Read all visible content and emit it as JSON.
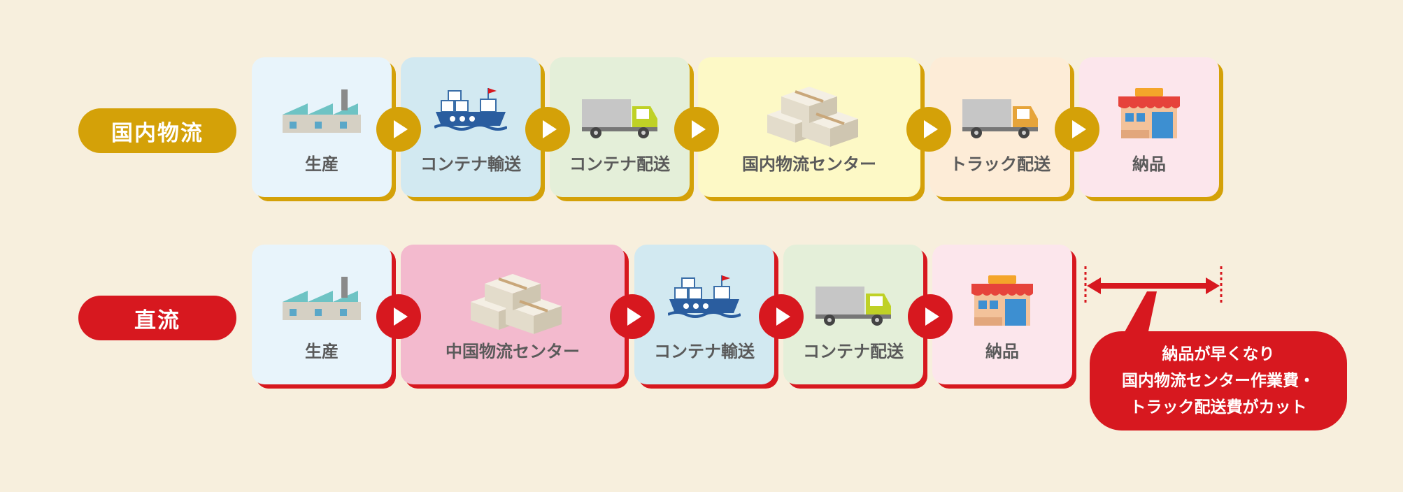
{
  "domestic": {
    "label": "国内物流",
    "color": "#d4a108",
    "steps": [
      {
        "label": "生産",
        "icon": "factory-icon",
        "bg": "#e8f4fb"
      },
      {
        "label": "コンテナ輸送",
        "icon": "ship-icon",
        "bg": "#d2e9f1"
      },
      {
        "label": "コンテナ配送",
        "icon": "truck-icon",
        "bg": "#e4efd9"
      },
      {
        "label": "国内物流センター",
        "icon": "boxes-icon",
        "bg": "#fdf9c6"
      },
      {
        "label": "トラック配送",
        "icon": "truck-icon",
        "bg": "#fdecd7"
      },
      {
        "label": "納品",
        "icon": "shop-icon",
        "bg": "#fce6ec"
      }
    ]
  },
  "direct": {
    "label": "直流",
    "color": "#d7181f",
    "steps": [
      {
        "label": "生産",
        "icon": "factory-icon",
        "bg": "#e8f4fb"
      },
      {
        "label": "中国物流センター",
        "icon": "boxes-icon",
        "bg": "#f3bace"
      },
      {
        "label": "コンテナ輸送",
        "icon": "ship-icon",
        "bg": "#d2e9f1"
      },
      {
        "label": "コンテナ配送",
        "icon": "truck-icon",
        "bg": "#e4efd9"
      },
      {
        "label": "納品",
        "icon": "shop-icon",
        "bg": "#fce6ec"
      }
    ]
  },
  "callout": {
    "line1": "納品が早くなり",
    "line2": "国内物流センター作業費・",
    "line3": "トラック配送費がカット",
    "color": "#d7181f"
  }
}
